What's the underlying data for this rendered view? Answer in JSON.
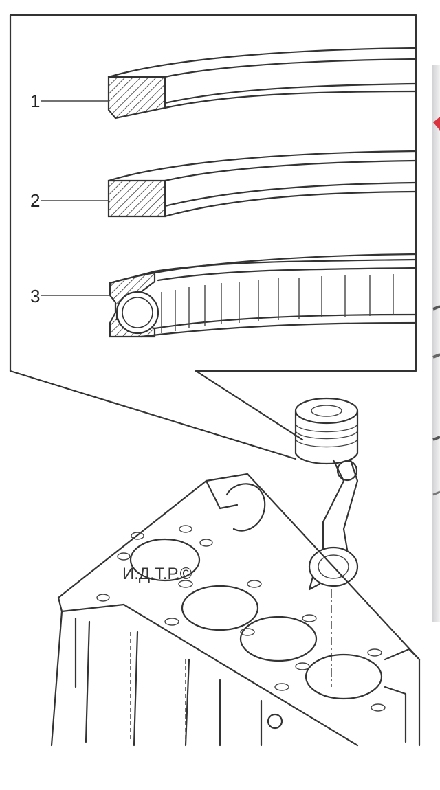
{
  "figure": {
    "labels": [
      "1",
      "2",
      "3"
    ],
    "watermark": "И.Д.Т.Р.©"
  },
  "colors": {
    "line": "#333333",
    "paper": "#ffffff",
    "edge_photo": "#e9e9ea",
    "edge_accent": "#d9333f"
  }
}
